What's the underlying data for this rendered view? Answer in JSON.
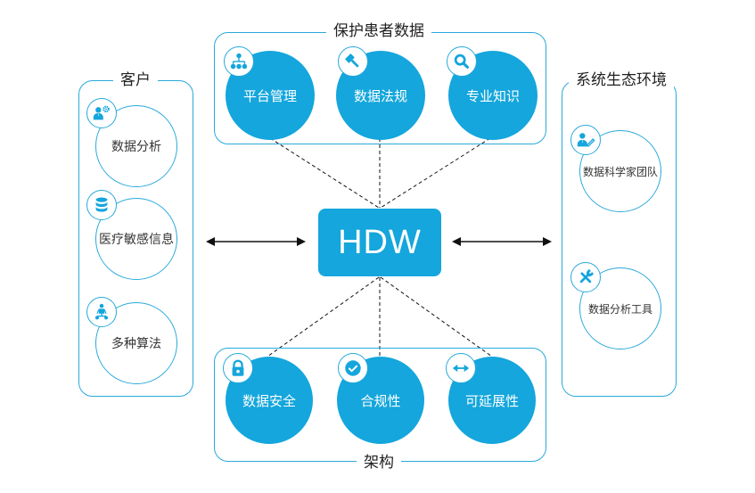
{
  "center": {
    "label": "HDW",
    "icon": "hub-box"
  },
  "colors": {
    "primary": "#14a6dc",
    "outline": "#29a9dc",
    "text_dark": "#222222",
    "connector": "#111111"
  },
  "top_group": {
    "title": "保护患者数据",
    "items": [
      {
        "label": "平台管理",
        "icon": "hierarchy-icon"
      },
      {
        "label": "数据法规",
        "icon": "gavel-icon"
      },
      {
        "label": "专业知识",
        "icon": "search-icon"
      }
    ]
  },
  "bottom_group": {
    "title": "架构",
    "items": [
      {
        "label": "数据安全",
        "icon": "lock-icon"
      },
      {
        "label": "合规性",
        "icon": "check-circle-icon"
      },
      {
        "label": "可延展性",
        "icon": "horizontal-arrows-icon"
      }
    ]
  },
  "left_group": {
    "title": "客户",
    "items": [
      {
        "label": "数据分析",
        "icon": "user-gear-icon"
      },
      {
        "label": "医疗敏感信息",
        "icon": "database-icon"
      },
      {
        "label": "多种算法",
        "icon": "network-icon"
      }
    ]
  },
  "right_group": {
    "title": "系统生态环境",
    "items": [
      {
        "label": "数据科学家团队",
        "icon": "user-edit-icon"
      },
      {
        "label": "数据分析工具",
        "icon": "tools-icon"
      }
    ]
  },
  "connectors": {
    "left": "bidirectional-arrow",
    "right": "bidirectional-arrow",
    "top": "dashed-lines",
    "bottom": "dashed-lines"
  }
}
